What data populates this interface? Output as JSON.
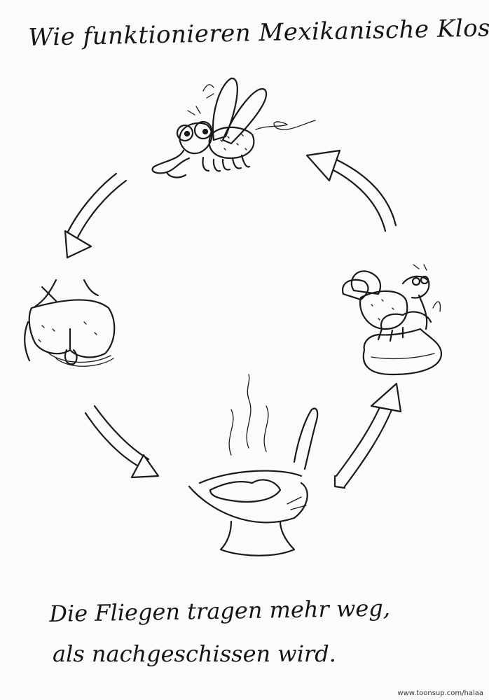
{
  "title": "Wie funktionieren Mexikanische Klos?",
  "caption": {
    "line1": "Die Fliegen tragen mehr weg,",
    "line2": "als nachgeschissen wird."
  },
  "credit": "www.toonsup.com/halaa",
  "cycle": {
    "stages": [
      "fly",
      "buttocks",
      "toilet-bowl",
      "fly-on-poop"
    ],
    "arrows": [
      "arrow-fly-to-buttocks",
      "arrow-buttocks-to-bowl",
      "arrow-bowl-to-poop",
      "arrow-poop-to-fly"
    ]
  }
}
